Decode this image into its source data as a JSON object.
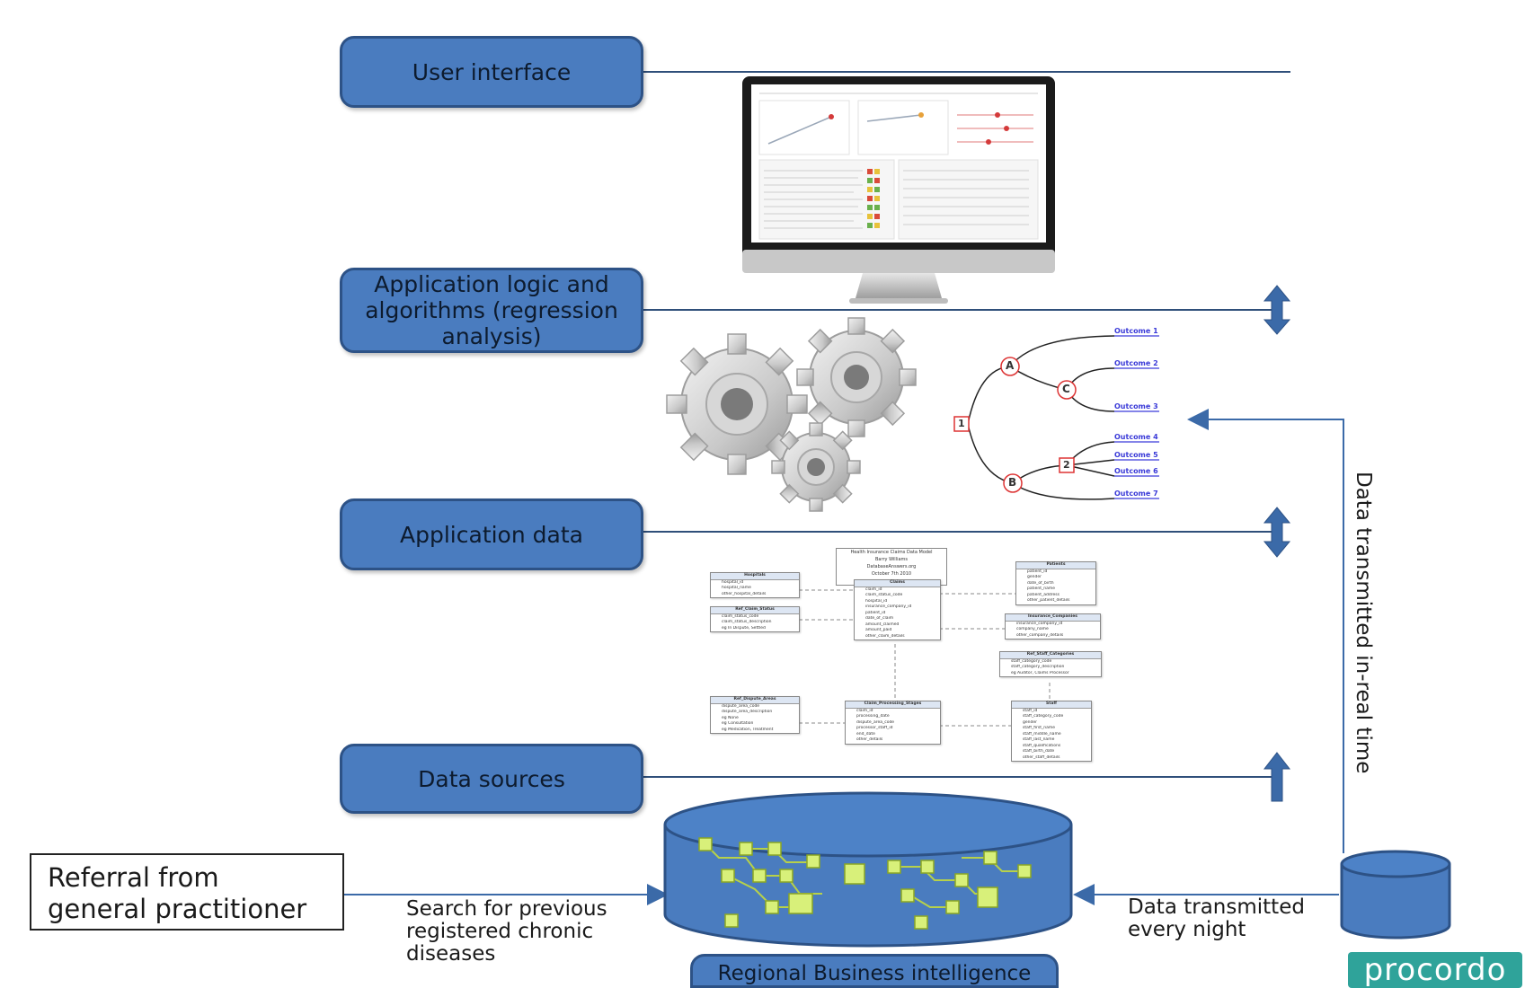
{
  "layers": {
    "user_interface": "User interface",
    "app_logic": "Application logic and algorithms (regression analysis)",
    "app_data": "Application data",
    "data_sources": "Data sources"
  },
  "referral": "Referral from general practitioner",
  "search_label": "Search for previous registered chronic diseases",
  "nightly_label": "Data transmitted every night",
  "realtime_label": "Data transmitted in-real time",
  "bi_label": "Regional Business intelligence",
  "logo": "procordo",
  "decision_tree": {
    "nodes": [
      "A",
      "B",
      "C",
      "1",
      "2"
    ],
    "outcomes": [
      "Outcome 1",
      "Outcome 2",
      "Outcome 3",
      "Outcome 4",
      "Outcome 5",
      "Outcome 6",
      "Outcome 7"
    ]
  },
  "er_diagram": {
    "header": [
      "Health Insurance Claims Data Model",
      "Barry Williams",
      "DatabaseAnswers.org",
      "October 7th 2010"
    ],
    "entities": [
      {
        "name": "Hospitals",
        "fields": [
          "hospital_id",
          "hospital_name",
          "other_hospital_details"
        ]
      },
      {
        "name": "Ref_Claim_Status",
        "fields": [
          "claim_status_code",
          "claim_status_description",
          "eg In Dispute, Settled"
        ]
      },
      {
        "name": "Claims",
        "fields": [
          "claim_id",
          "claim_status_code",
          "hospital_id",
          "insurance_company_id",
          "patient_id",
          "date_of_claim",
          "amount_claimed",
          "amount_paid",
          "other_claim_details"
        ]
      },
      {
        "name": "Patients",
        "fields": [
          "patient_id",
          "gender",
          "date_of_birth",
          "patient_name",
          "patient_address",
          "other_patient_details"
        ]
      },
      {
        "name": "Insurance_Companies",
        "fields": [
          "insurance_company_id",
          "company_name",
          "other_company_details"
        ]
      },
      {
        "name": "Ref_Staff_Categories",
        "fields": [
          "staff_category_code",
          "staff_category_description",
          "eg Auditor, Claims Processor"
        ]
      },
      {
        "name": "Ref_Dispute_Areas",
        "fields": [
          "dispute_area_code",
          "dispute_area_description",
          "eg None",
          "eg Consultation",
          "eg Medication, Treatment"
        ]
      },
      {
        "name": "Claim_Processing_Stages",
        "fields": [
          "claim_id",
          "processing_date",
          "dispute_area_code",
          "processor_staff_id",
          "end_date",
          "other_details"
        ]
      },
      {
        "name": "Staff",
        "fields": [
          "staff_id",
          "staff_category_code",
          "gender",
          "staff_first_name",
          "staff_middle_name",
          "staff_last_name",
          "staff_qualifications",
          "staff_birth_date",
          "other_staff_details"
        ]
      }
    ]
  },
  "colors": {
    "box_fill": "#4a7cbf",
    "box_border": "#2d5286",
    "arrow": "#3b6aa8",
    "line": "#2f4f7a",
    "logo": "#2fa39a"
  },
  "icons": [
    "monitor-icon",
    "gears-icon",
    "database-cylinder-icon",
    "small-database-icon",
    "bidirectional-arrow-icon",
    "up-arrow-icon"
  ]
}
